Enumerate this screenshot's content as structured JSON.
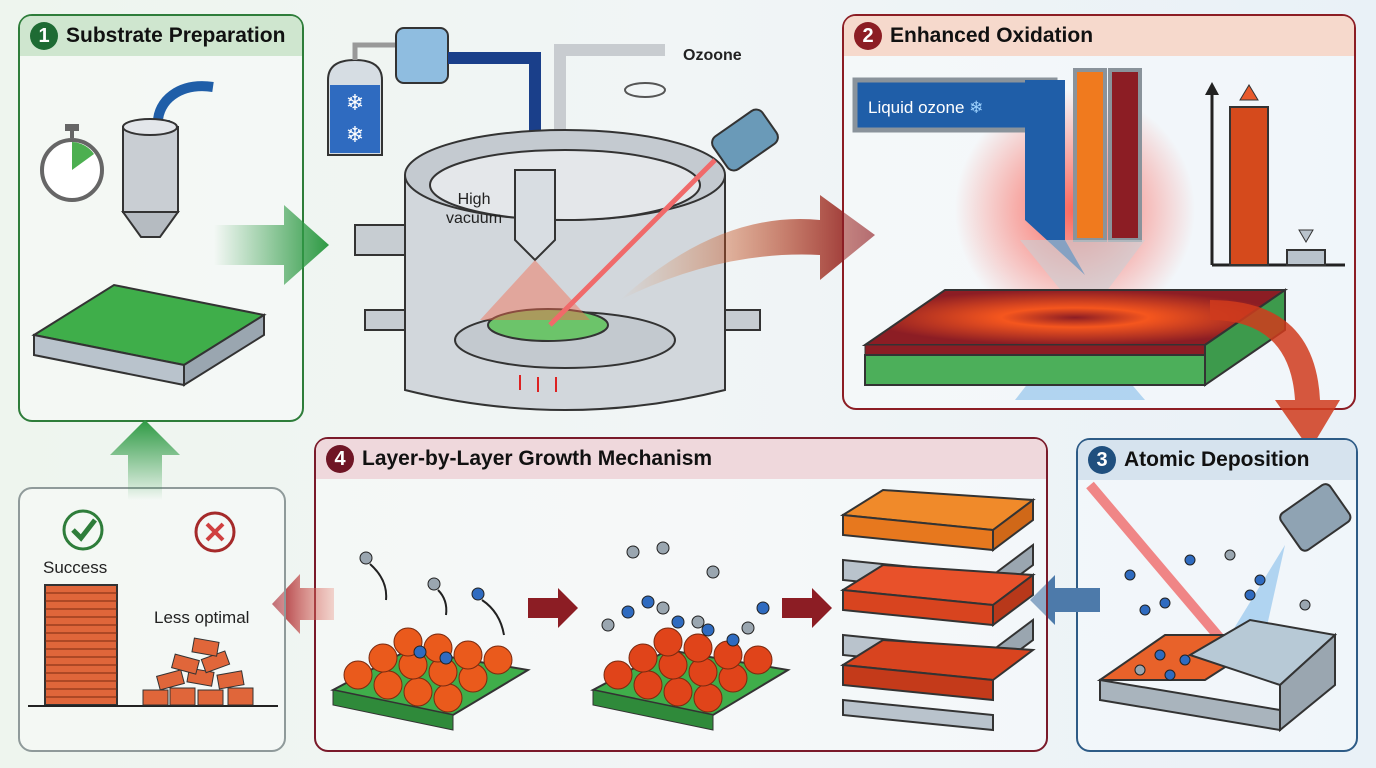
{
  "panels": {
    "substrate": {
      "number": "1",
      "title": "Substrate Preparation",
      "color": "#2e7d3a",
      "head_bg": "#cfe6cf"
    },
    "oxidation": {
      "number": "2",
      "title": "Enhanced Oxidation",
      "color": "#8c1d24",
      "head_bg": "#f6d9cc"
    },
    "deposition": {
      "number": "3",
      "title": "Atomic Deposition",
      "color": "#2d5b86",
      "head_bg": "#d6e3ee"
    },
    "growth": {
      "number": "4",
      "title": "Layer-by-Layer Growth Mechanism",
      "color": "#7a1a2a",
      "head_bg": "#efd8dc"
    }
  },
  "chamber": {
    "ozone_label": "Ozoone",
    "vacuum_label_line1": "High",
    "vacuum_label_line2": "vacuum"
  },
  "oxidation_panel": {
    "liquid_ozone_label": "Liquid ozone"
  },
  "outcome": {
    "success_label": "Success",
    "less_optimal_label": "Less optimal"
  },
  "colors": {
    "green": "#2e9a44",
    "dark_red": "#8c1d24",
    "orange": "#f07a1e",
    "blue": "#1f5ea8",
    "steel": "#b9c3cc"
  }
}
